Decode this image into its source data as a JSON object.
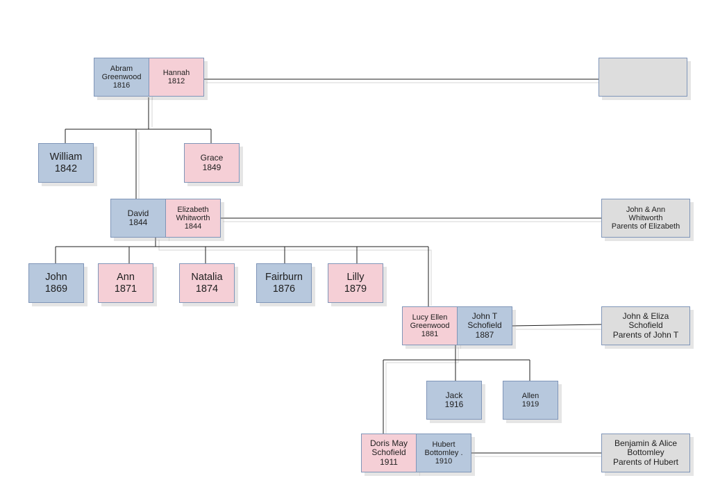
{
  "people": {
    "abram": {
      "lines": [
        "Abram",
        "Greenwood",
        "1816"
      ]
    },
    "hannah": {
      "lines": [
        "Hannah",
        "1812"
      ]
    },
    "william": {
      "lines": [
        "William",
        "1842"
      ]
    },
    "grace": {
      "lines": [
        "Grace",
        "1849"
      ]
    },
    "david": {
      "lines": [
        "David",
        "1844"
      ]
    },
    "elizabeth": {
      "lines": [
        "Elizabeth",
        "Whitworth",
        "1844"
      ]
    },
    "john": {
      "lines": [
        "John",
        "1869"
      ]
    },
    "ann": {
      "lines": [
        "Ann",
        "1871"
      ]
    },
    "natalia": {
      "lines": [
        "Natalia",
        "1874"
      ]
    },
    "fairburn": {
      "lines": [
        "Fairburn",
        "1876"
      ]
    },
    "lilly": {
      "lines": [
        "Lilly",
        "1879"
      ]
    },
    "lucy": {
      "lines": [
        "Lucy Ellen",
        "Greenwood",
        "1881"
      ]
    },
    "johnt": {
      "lines": [
        "John T",
        "Schofield",
        "1887"
      ]
    },
    "jack": {
      "lines": [
        "Jack",
        "1916"
      ]
    },
    "allen": {
      "lines": [
        "Allen",
        "1919"
      ]
    },
    "doris": {
      "lines": [
        "Doris May",
        "Schofield",
        "1911"
      ]
    },
    "hubert": {
      "lines": [
        "Hubert",
        "Bottomley .",
        "1910"
      ]
    }
  },
  "parents_boxes": {
    "hannah_parents": {
      "lines": []
    },
    "elizabeth_parents": {
      "lines": [
        "John & Ann",
        "Whitworth",
        "Parents of Elizabeth"
      ]
    },
    "johnt_parents": {
      "lines": [
        "John & Eliza",
        "Schofield",
        "Parents of John T"
      ]
    },
    "hubert_parents": {
      "lines": [
        "Benjamin & Alice",
        "Bottomley",
        "Parents of Hubert"
      ]
    }
  },
  "colors": {
    "male": "#b7c8dd",
    "female": "#f5cfd6",
    "parents": "#dddddd",
    "line": "#1e1e1e"
  }
}
